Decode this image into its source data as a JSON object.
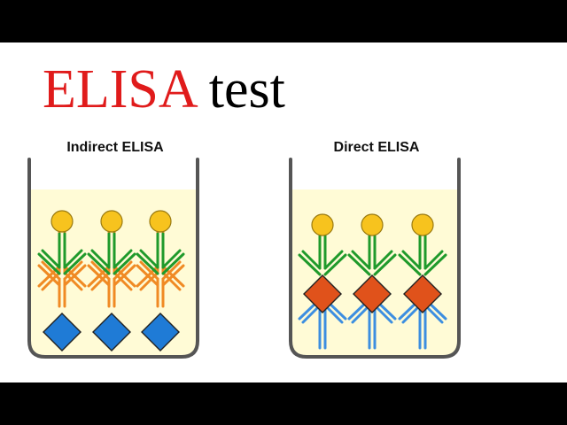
{
  "title": {
    "word1": "ELISA",
    "word2": "test"
  },
  "panels": [
    {
      "label": "Indirect ELISA"
    },
    {
      "label": "Direct ELISA"
    }
  ],
  "colors": {
    "title_red": "#e01b1b",
    "liquid": "#fffbd6",
    "well_outline": "#555555",
    "detection_antibody": "#1f9a2b",
    "enzyme": "#f7c31e",
    "primary_antibody": "#f08a24",
    "antigen_indirect": "#1f7bd6",
    "antigen_direct": "#e0521b",
    "capture_antibody": "#3c8ee0"
  },
  "icons": {
    "enzyme": "circle",
    "antibody": "y-shape",
    "antigen": "diamond"
  }
}
